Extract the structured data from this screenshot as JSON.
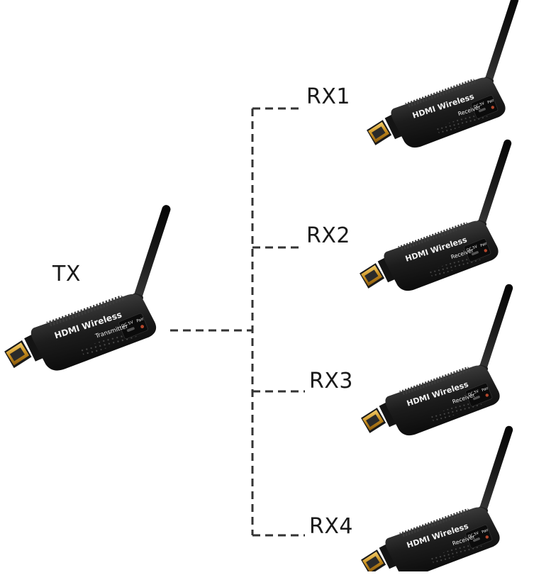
{
  "transmitter": {
    "label": "TX",
    "brand": "HDMI Wireless",
    "model": "Transmitter",
    "port": "DC 5V",
    "button": "Pair"
  },
  "receivers": [
    {
      "label": "RX1",
      "brand": "HDMI Wireless",
      "model": "Receiver",
      "port": "DC 5V",
      "button": "Pair"
    },
    {
      "label": "RX2",
      "brand": "HDMI Wireless",
      "model": "Receiver",
      "port": "DC 5V",
      "button": "Pair"
    },
    {
      "label": "RX3",
      "brand": "HDMI Wireless",
      "model": "Receiver",
      "port": "DC 5V",
      "button": "Pair"
    },
    {
      "label": "RX4",
      "brand": "HDMI Wireless",
      "model": "Receiver",
      "port": "DC 5V",
      "button": "Pair"
    }
  ],
  "colors": {
    "connector": "#d9a430",
    "device_body": "#1b1b1b",
    "line": "#333333"
  }
}
